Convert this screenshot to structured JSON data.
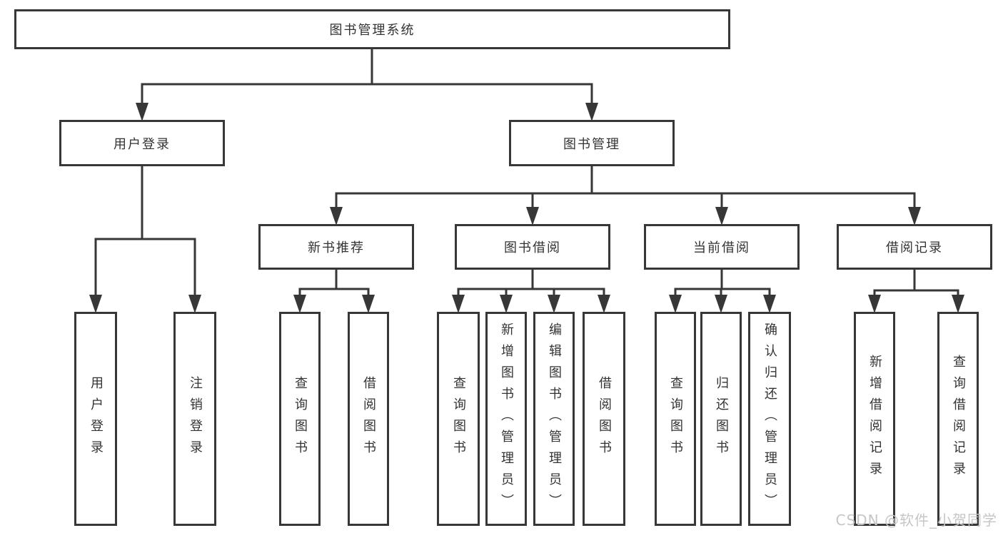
{
  "colors": {
    "line": "#373737",
    "text": "#333333",
    "box_fill": "#ffffff",
    "watermark": "#c6c6c6",
    "background": "#ffffff"
  },
  "tree": {
    "root": {
      "label": "图书管理系统"
    },
    "branches": [
      {
        "label": "用户登录",
        "children": [
          {
            "label": "用户登录"
          },
          {
            "label": "注销登录"
          }
        ]
      },
      {
        "label": "图书管理",
        "children": [
          {
            "label": "新书推荐",
            "children": [
              {
                "label": "查询图书"
              },
              {
                "label": "借阅图书"
              }
            ]
          },
          {
            "label": "图书借阅",
            "children": [
              {
                "label": "查询图书"
              },
              {
                "label": "新增图书（管理员）"
              },
              {
                "label": "编辑图书（管理员）"
              },
              {
                "label": "借阅图书"
              }
            ]
          },
          {
            "label": "当前借阅",
            "children": [
              {
                "label": "查询图书"
              },
              {
                "label": "归还图书"
              },
              {
                "label": "确认归还（管理员）"
              }
            ]
          },
          {
            "label": "借阅记录",
            "children": [
              {
                "label": "新增借阅记录"
              },
              {
                "label": "查询借阅记录"
              }
            ]
          }
        ]
      }
    ]
  },
  "watermark": "CSDN @软件_小贺同学"
}
